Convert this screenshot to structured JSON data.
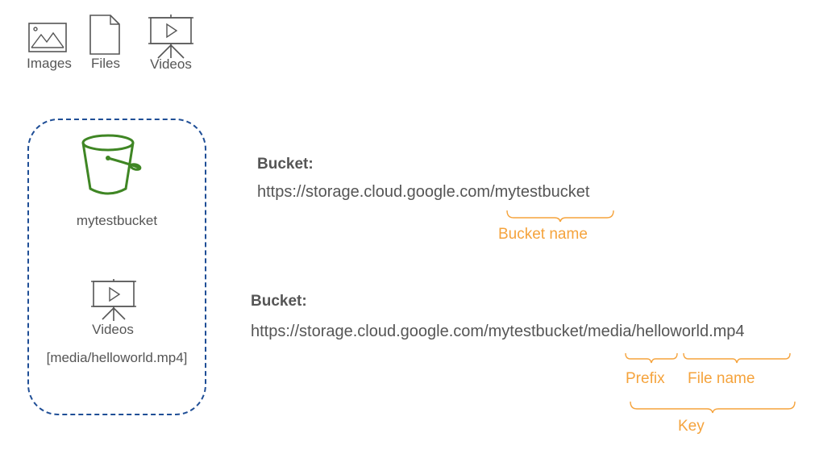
{
  "legend": {
    "images_label": "Images",
    "files_label": "Files",
    "videos_label": "Videos"
  },
  "bucket": {
    "name": "mytestbucket",
    "object_type": "Videos",
    "object_key": "[media/helloworld.mp4]"
  },
  "example1": {
    "heading": "Bucket:",
    "url": "https://storage.cloud.google.com/mytestbucket",
    "annotation": "Bucket name"
  },
  "example2": {
    "heading": "Bucket:",
    "url": "https://storage.cloud.google.com/mytestbucket/media/helloworld.mp4",
    "prefix_label": "Prefix",
    "filename_label": "File name",
    "key_label": "Key"
  },
  "colors": {
    "text": "#555555",
    "accent_orange": "#f5a33c",
    "container_border": "#1f4e96",
    "bucket_green": "#3f8624"
  },
  "icons": [
    "image-icon",
    "file-icon",
    "video-icon",
    "bucket-icon"
  ]
}
